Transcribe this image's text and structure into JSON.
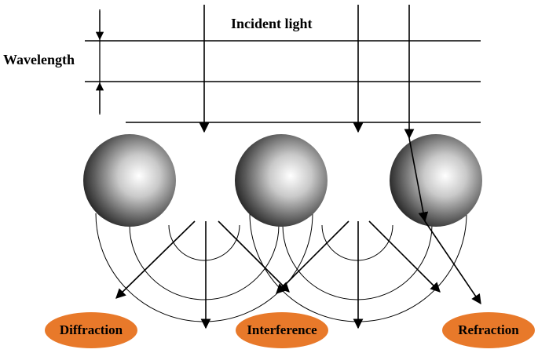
{
  "diagram": {
    "title": "Incident light",
    "wavelength_label": "Wavelength",
    "badges": [
      {
        "label": "Diffraction"
      },
      {
        "label": "Interference"
      },
      {
        "label": "Refraction"
      }
    ],
    "colors": {
      "badge": "#e8792a",
      "line": "#000000",
      "sphere_highlight": "#ffffff",
      "sphere_shadow": "#1a1a1a"
    }
  }
}
